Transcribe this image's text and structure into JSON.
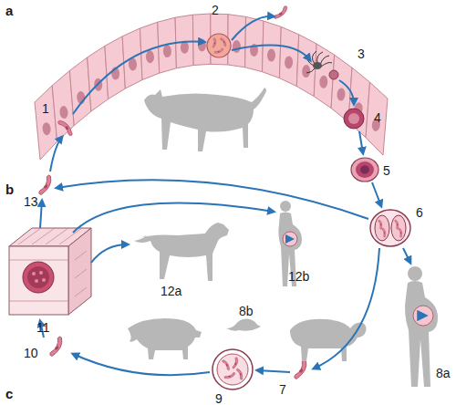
{
  "diagram": {
    "labels": [
      "a",
      "1",
      "2",
      "3",
      "4",
      "5",
      "b",
      "13",
      "6",
      "11",
      "12a",
      "12b",
      "8b",
      "8a",
      "7",
      "9",
      "10",
      "c"
    ]
  }
}
